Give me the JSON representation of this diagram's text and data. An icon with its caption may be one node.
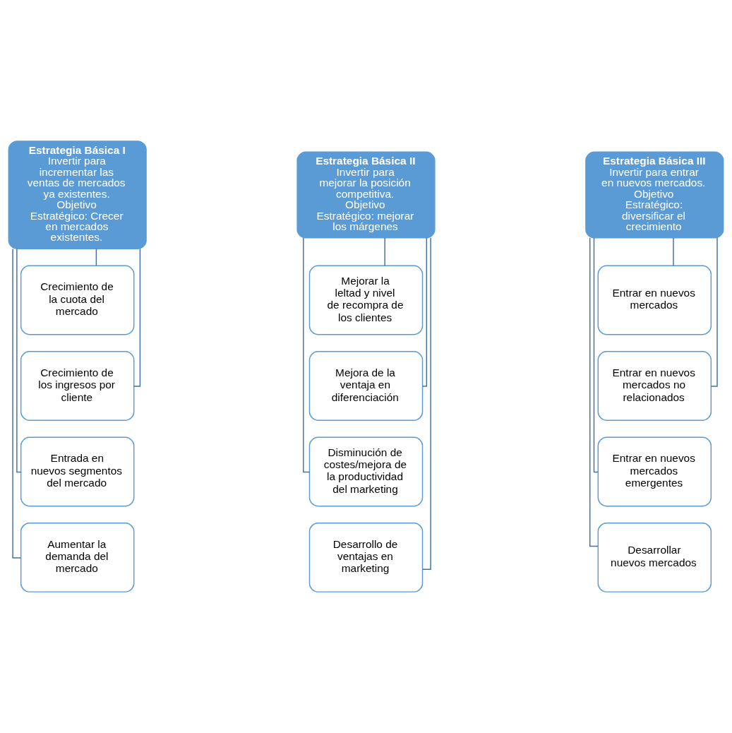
{
  "diagram": {
    "nodes": [
      {
        "text": [
          "Estrategia Básica I",
          "Invertir para incrementar las ventas de mercados ya existentes. Objetivo Estratégico: Crecer en mercados existentes."
        ]
      },
      {
        "text": [
          "Crecimiento de la cuota del mercado"
        ]
      },
      {
        "text": [
          "Crecimiento de los ingresos por cliente"
        ]
      },
      {
        "text": [
          "Entrada en nuevos segmentos del mercado"
        ]
      },
      {
        "text": [
          "Aumentar la demanda del mercado"
        ]
      },
      {
        "text": [
          "Estrategia Básica II",
          "Invertir para mejorar la posición competitiva. Objetivo Estratégico: mejorar los márgenes"
        ]
      },
      {
        "text": [
          "Mejorar la leltad y nivel de recompra de los clientes"
        ]
      },
      {
        "text": [
          "Mejora de la ventaja en diferenciación"
        ]
      },
      {
        "text": [
          "Disminución de costes/mejora de la productividad del marketing"
        ]
      },
      {
        "text": [
          "Desarrollo de ventajas en marketing"
        ]
      },
      {
        "text": [
          "Estrategia Básica III",
          "Invertir para entrar en nuevos mercados. Objetivo Estratégico: diversificar el crecimiento"
        ]
      },
      {
        "text": [
          "Entrar en nuevos mercados"
        ]
      },
      {
        "text": [
          "Entrar en nuevos mercados no relacionados"
        ]
      },
      {
        "text": [
          "Entrar en nuevos mercados emergentes"
        ]
      },
      {
        "text": [
          "Desarrollar nuevos mercados"
        ]
      }
    ],
    "edges": [
      {
        "from": 0,
        "to": 1,
        "arrow": "none"
      },
      {
        "from": 0,
        "to": 2,
        "arrow": "none"
      },
      {
        "from": 0,
        "to": 3,
        "arrow": "none"
      },
      {
        "from": 0,
        "to": 4,
        "arrow": "none"
      },
      {
        "from": 5,
        "to": 6,
        "arrow": "none"
      },
      {
        "from": 5,
        "to": 7,
        "arrow": "none"
      },
      {
        "from": 5,
        "to": 8,
        "arrow": "none"
      },
      {
        "from": 5,
        "to": 9,
        "arrow": "none"
      },
      {
        "from": 10,
        "to": 11,
        "arrow": "none"
      },
      {
        "from": 10,
        "to": 12,
        "arrow": "none"
      },
      {
        "from": 10,
        "to": 13,
        "arrow": "none"
      },
      {
        "from": 10,
        "to": 14,
        "arrow": "none"
      }
    ]
  }
}
